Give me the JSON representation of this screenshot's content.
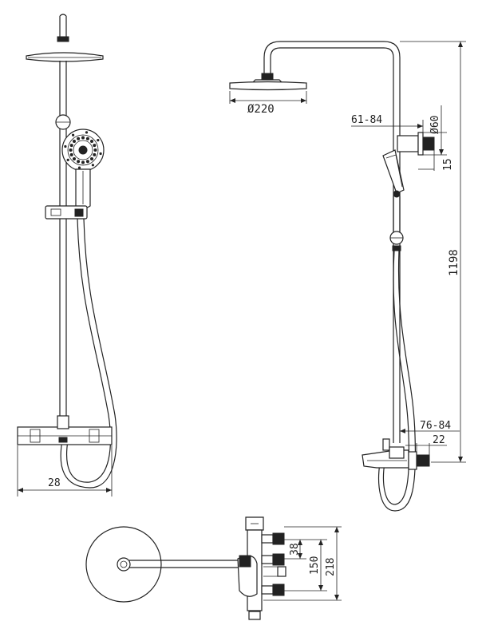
{
  "dimensions": {
    "front_width": "28",
    "head_diameter": "Ø220",
    "arm_offset": "61-84",
    "arm_diameter": "Ø60",
    "bracket_size": "15",
    "overall_height": "1198",
    "mixer_offset": "76-84",
    "mixer_size": "22",
    "plan_dim_a": "38",
    "plan_dim_b": "150",
    "plan_dim_c": "218"
  },
  "colors": {
    "line": "#222222",
    "background": "#ffffff"
  }
}
